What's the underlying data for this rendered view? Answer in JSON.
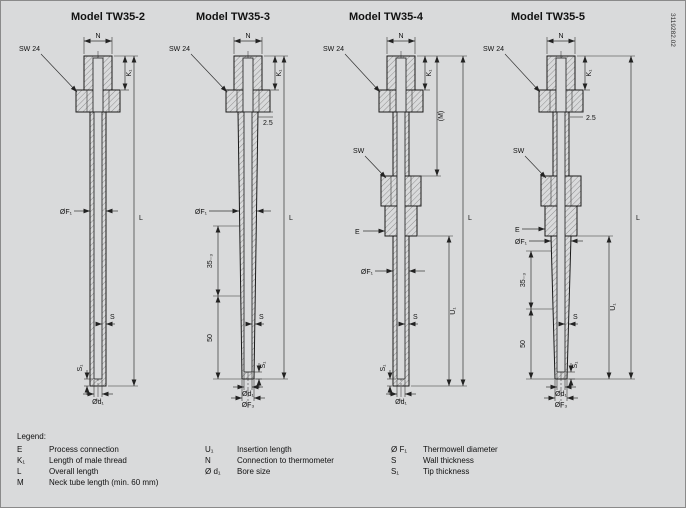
{
  "page": {
    "drawing_number": "3119282.02",
    "background": "#d9dadb"
  },
  "models": [
    {
      "title": "Model TW35-2",
      "labels": {
        "sw24": "SW 24",
        "n": "N",
        "k": "K₁",
        "f1": "ØF₁",
        "l": "L",
        "s": "S",
        "s1": "S₁",
        "d1": "Ød₁"
      }
    },
    {
      "title": "Model TW35-3",
      "labels": {
        "sw24": "SW 24",
        "n": "N",
        "k": "K₁",
        "step": "2.5",
        "dim35": "35₋₃",
        "dim50": "50",
        "f1": "ØF₁",
        "l": "L",
        "s": "S",
        "s1": "S₁",
        "d1": "Ød₁",
        "f3": "ØF₃"
      }
    },
    {
      "title": "Model TW35-4",
      "labels": {
        "sw24": "SW 24",
        "n": "N",
        "k": "K₁",
        "sw": "SW",
        "e": "E",
        "m": "(M)",
        "f1": "ØF₁",
        "u1": "U₁",
        "l": "L",
        "s": "S",
        "s1": "S₁",
        "d1": "Ød₁"
      }
    },
    {
      "title": "Model TW35-5",
      "labels": {
        "sw24": "SW 24",
        "n": "N",
        "k": "K₁",
        "step": "2.5",
        "sw": "SW",
        "e": "E",
        "f1": "ØF₁",
        "dim35": "35₋₃",
        "dim50": "50",
        "u1": "U₁",
        "l": "L",
        "s": "S",
        "s1": "S₁",
        "d1": "Ød₁",
        "f3": "ØF₃"
      }
    }
  ],
  "legend": {
    "title": "Legend:",
    "columns": [
      [
        {
          "key": "E",
          "desc": "Process connection"
        },
        {
          "key": "K₁",
          "desc": "Length of male thread"
        },
        {
          "key": "L",
          "desc": "Overall length"
        },
        {
          "key": "M",
          "desc": "Neck tube length (min. 60 mm)"
        }
      ],
      [
        {
          "key": "U₁",
          "desc": "Insertion length"
        },
        {
          "key": "N",
          "desc": "Connection to thermometer"
        },
        {
          "key": "Ø d₁",
          "desc": "Bore size"
        }
      ],
      [
        {
          "key": "Ø F₁",
          "desc": "Thermowell diameter"
        },
        {
          "key": "S",
          "desc": "Wall thickness"
        },
        {
          "key": "S₁",
          "desc": "Tip thickness"
        }
      ]
    ]
  }
}
